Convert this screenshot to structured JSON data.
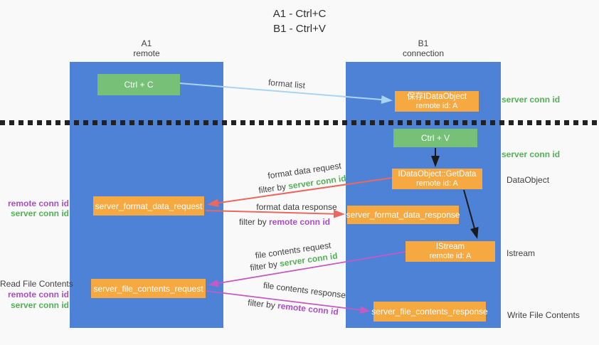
{
  "title": {
    "line1": "A1 - Ctrl+C",
    "line2": "B1 - Ctrl+V"
  },
  "columns": {
    "left": {
      "name": "A1",
      "role": "remote"
    },
    "right": {
      "name": "B1",
      "role": "connection"
    }
  },
  "nodes": {
    "ctrl_c": "Ctrl + C",
    "ctrl_v": "Ctrl + V",
    "save_idataobject": {
      "title": "保存IDataObject",
      "subtitle": "remote id: A"
    },
    "getdata": {
      "title": "IDataObject::GetData",
      "subtitle": "remote id: A"
    },
    "istream": {
      "title": "IStream",
      "subtitle": "remote id: A"
    },
    "format_request": "server_format_data_request",
    "format_response": "server_format_data_response",
    "file_request": "server_file_contents_request",
    "file_response": "server_file_contents_response"
  },
  "side_labels": {
    "server_conn_id_top": "server conn id",
    "server_conn_id_mid": "server conn id",
    "dataobject": "DataObject",
    "istream": "Istream",
    "read_file_contents": "Read File Contents",
    "write_file_contents": "Write File Contents",
    "remote_conn_id": "remote conn id",
    "server_conn_id": "server conn id"
  },
  "arrow_labels": {
    "format_list": "format list",
    "format_data_request": "format data request",
    "format_data_response": "format data response",
    "file_contents_request": "file contents request",
    "file_contents_response": "file contents response",
    "filter_by": "filter by",
    "server_conn_id": "server conn id",
    "remote_conn_id": "remote conn id"
  },
  "colors": {
    "background": "#f9f9f9",
    "column_blue": "#4d82d6",
    "node_green": "#77c077",
    "node_orange": "#f7a941",
    "accent_green": "#53b156",
    "accent_purple": "#ab4fc8",
    "arrow_red": "#e9695e",
    "arrow_magenta": "#c45ac4",
    "arrow_light_blue": "#a9d3f2",
    "arrow_black": "#1a1a1a",
    "dash_line": "#222222"
  }
}
